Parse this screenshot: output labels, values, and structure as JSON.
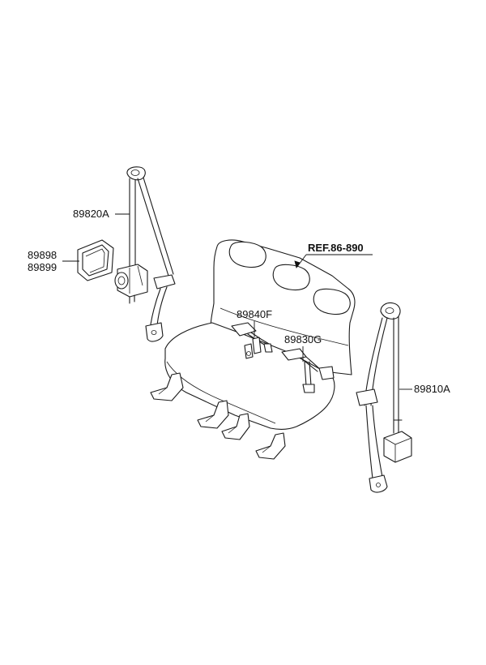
{
  "labels": {
    "belt_front_left": "89820A",
    "cover_a": "89898",
    "cover_b": "89899",
    "reference": "REF.86-890",
    "buckle_left": "89840F",
    "buckle_right": "89830G",
    "belt_right": "89810A"
  },
  "colors": {
    "line": "#1a1a1a",
    "background": "#ffffff"
  }
}
